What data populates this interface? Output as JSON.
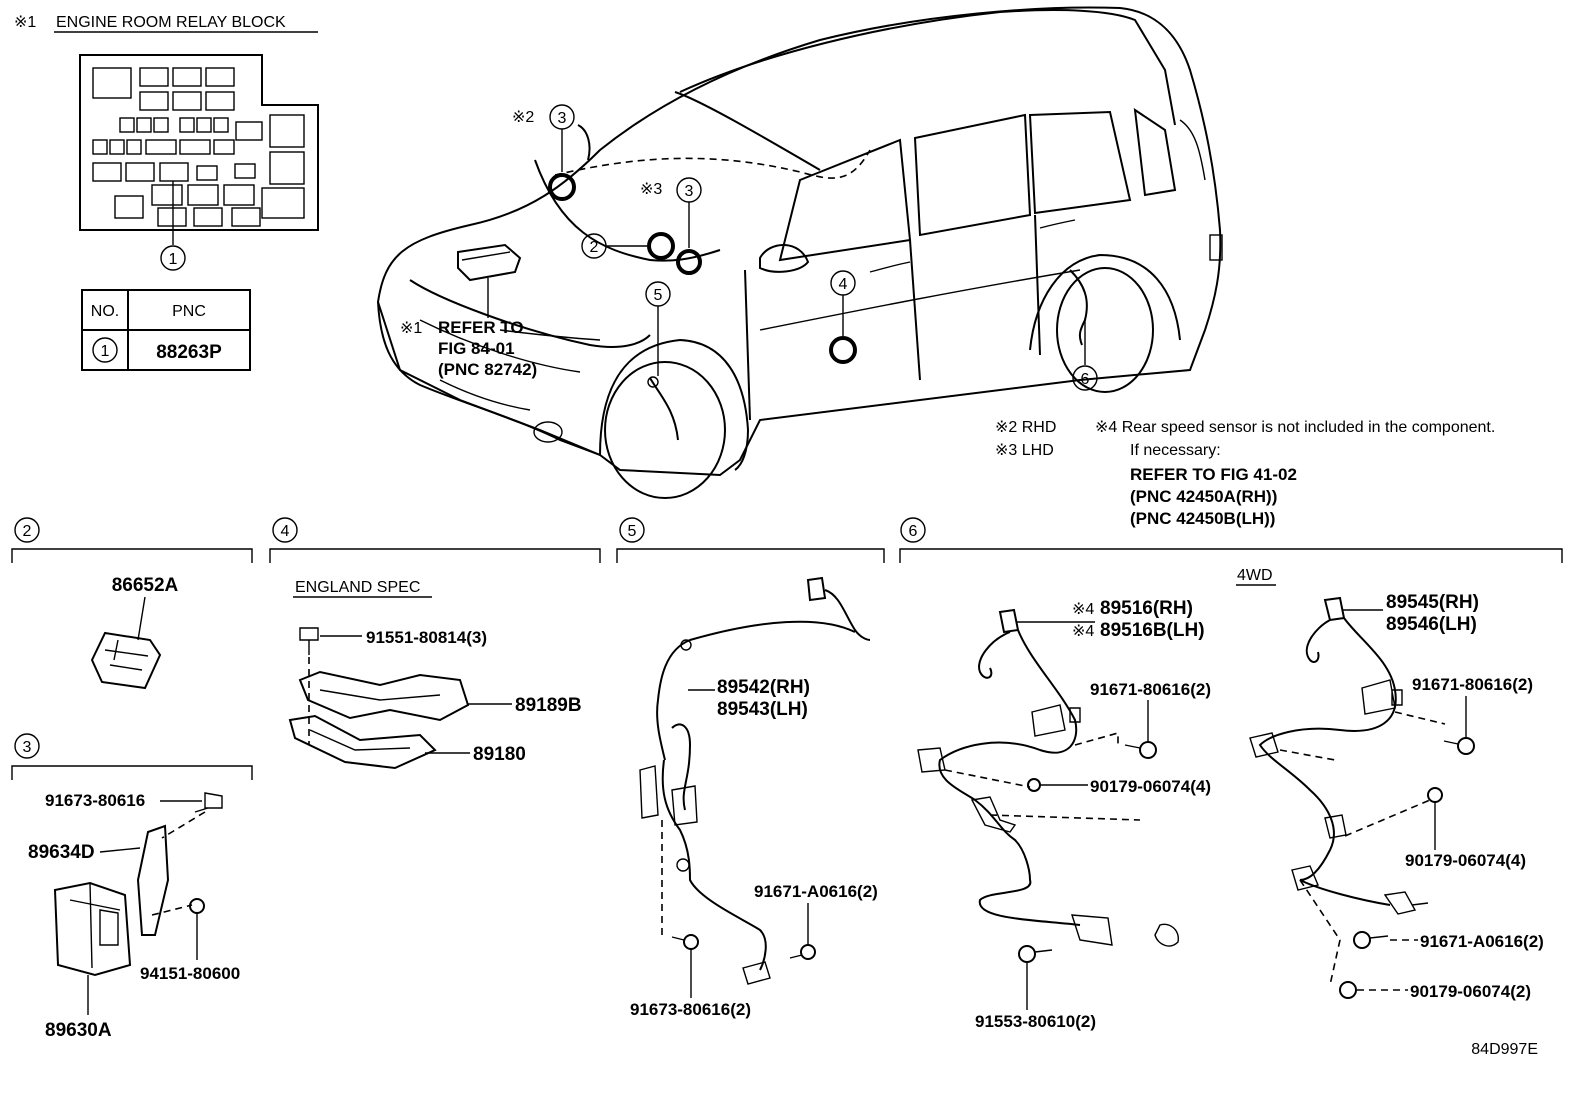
{
  "relay_block": {
    "mark": "※1",
    "title": "ENGINE ROOM RELAY BLOCK",
    "callout": "1"
  },
  "pnc_table": {
    "headers": [
      "NO.",
      "PNC"
    ],
    "rows": [
      {
        "no": "1",
        "pnc": "88263P"
      }
    ]
  },
  "vehicle": {
    "callouts": [
      {
        "id": "2",
        "mark": ""
      },
      {
        "id": "3",
        "mark": "※2"
      },
      {
        "id": "3",
        "mark": "※3"
      },
      {
        "id": "4",
        "mark": ""
      },
      {
        "id": "5",
        "mark": ""
      },
      {
        "id": "6",
        "mark": ""
      }
    ],
    "refer": {
      "mark": "※1",
      "line1": "REFER TO",
      "line2": "FIG 84-01",
      "line3": "(PNC 82742)"
    }
  },
  "notes": {
    "rhd": "※2 RHD",
    "lhd": "※3 LHD",
    "rear_sensor": "※4 Rear speed sensor is not included in the component.",
    "if_necessary": "If necessary:",
    "refer": "REFER TO FIG 41-02",
    "pnc_rh": "(PNC 42450A(RH))",
    "pnc_lh": "(PNC 42450B(LH))"
  },
  "sections": {
    "s2": {
      "num": "2",
      "parts": [
        "86652A"
      ]
    },
    "s3": {
      "num": "3",
      "parts": [
        "91673-80616",
        "89634D",
        "94151-80600",
        "89630A"
      ]
    },
    "s4": {
      "num": "4",
      "spec": "ENGLAND SPEC",
      "parts": [
        "91551-80814(3)",
        "89189B",
        "89180"
      ]
    },
    "s5": {
      "num": "5",
      "parts": [
        "89542(RH)",
        "89543(LH)",
        "91671-A0616(2)",
        "91673-80616(2)"
      ]
    },
    "s6": {
      "num": "6",
      "drive": "4WD",
      "left": {
        "mark1": "※4",
        "mark2": "※4",
        "parts": [
          "89516(RH)",
          "89516B(LH)",
          "91671-80616(2)",
          "90179-06074(4)",
          "91553-80610(2)"
        ]
      },
      "right": {
        "parts": [
          "89545(RH)",
          "89546(LH)",
          "91671-80616(2)",
          "90179-06074(4)",
          "91671-A0616(2)",
          "90179-06074(2)"
        ]
      }
    }
  },
  "figure_id": "84D997E"
}
